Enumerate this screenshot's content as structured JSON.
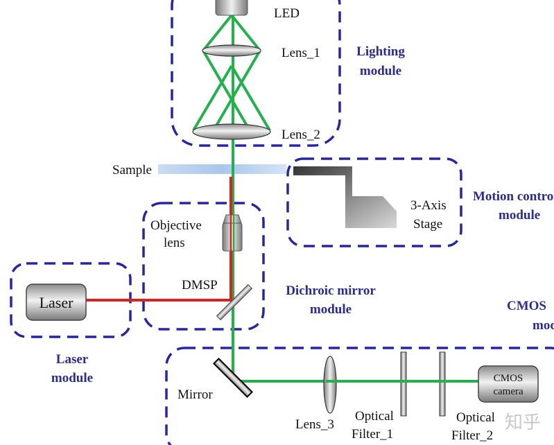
{
  "labels": {
    "led": "LED",
    "lens1": "Lens_1",
    "lens2": "Lens_2",
    "sample": "Sample",
    "objective_1": "Objective",
    "objective_2": "lens",
    "dmsp": "DMSP",
    "laser": "Laser",
    "stage_1": "3-Axis",
    "stage_2": "Stage",
    "mirror": "Mirror",
    "lens3": "Lens_3",
    "filter1_1": "Optical",
    "filter1_2": "Filter_1",
    "filter2_1": "Optical",
    "filter2_2": "Filter_2",
    "camera_1": "CMOS",
    "camera_2": "camera"
  },
  "modules": {
    "lighting_1": "Lighting",
    "lighting_2": "module",
    "motion_1": "Motion control",
    "motion_2": "module",
    "dichroic_1": "Dichroic mirror",
    "dichroic_2": "module",
    "laser_1": "Laser",
    "laser_2": "module",
    "cmos_1": "CMOS",
    "cmos_2": "module"
  },
  "colors": {
    "fluorescence_path": "#22b24c",
    "laser_path": "#e01f1f",
    "module_border": "#2525a8",
    "module_label": "#2a2a9a"
  },
  "watermark": "知乎"
}
